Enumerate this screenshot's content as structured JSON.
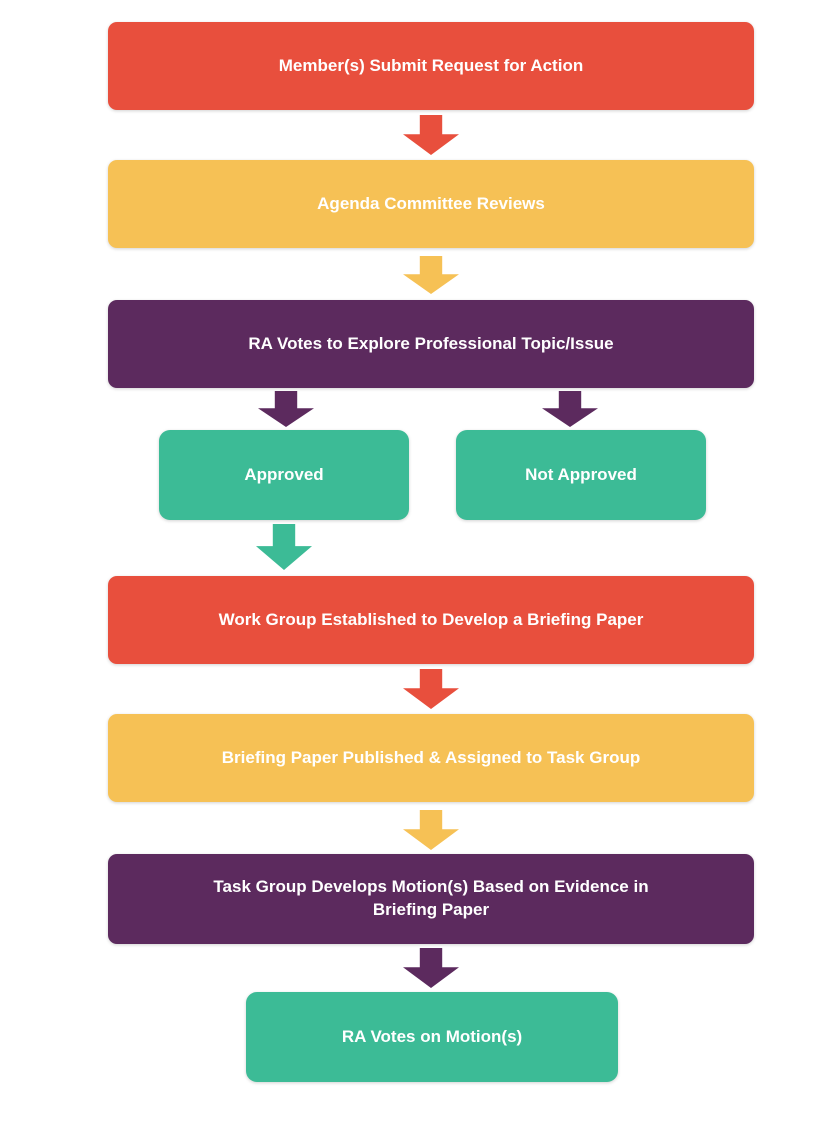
{
  "colors": {
    "red": "#E84F3D",
    "amber": "#F6C155",
    "purple": "#5C2A5E",
    "teal": "#3CBB96",
    "background": "#FFFFFF",
    "text": "#FFFFFF"
  },
  "flowchart": {
    "nodes": {
      "submit_request": {
        "label": "Member(s) Submit Request for Action",
        "color": "#E84F3D"
      },
      "agenda_review": {
        "label": "Agenda Committee Reviews",
        "color": "#F6C155"
      },
      "ra_votes_explore": {
        "label": "RA Votes to Explore Professional Topic/Issue",
        "color": "#5C2A5E"
      },
      "approved": {
        "label": "Approved",
        "color": "#3CBB96"
      },
      "not_approved": {
        "label": "Not Approved",
        "color": "#3CBB96"
      },
      "work_group": {
        "label": "Work Group Established to Develop a Briefing Paper",
        "color": "#E84F3D"
      },
      "briefing_published": {
        "label": "Briefing Paper Published & Assigned to Task Group",
        "color": "#F6C155"
      },
      "task_group_motions": {
        "label": "Task Group Develops Motion(s) Based on Evidence in Briefing Paper",
        "color": "#5C2A5E"
      },
      "ra_votes_motions": {
        "label": "RA Votes on Motion(s)",
        "color": "#3CBB96"
      }
    },
    "arrows": {
      "submit_to_agenda": {
        "color": "#E84F3D"
      },
      "agenda_to_vote": {
        "color": "#F6C155"
      },
      "vote_to_approved": {
        "color": "#5C2A5E"
      },
      "vote_to_not_approved": {
        "color": "#5C2A5E"
      },
      "approved_to_workgroup": {
        "color": "#3CBB96"
      },
      "workgroup_to_briefing": {
        "color": "#E84F3D"
      },
      "briefing_to_taskgroup": {
        "color": "#F6C155"
      },
      "taskgroup_to_ravote": {
        "color": "#5C2A5E"
      }
    }
  }
}
